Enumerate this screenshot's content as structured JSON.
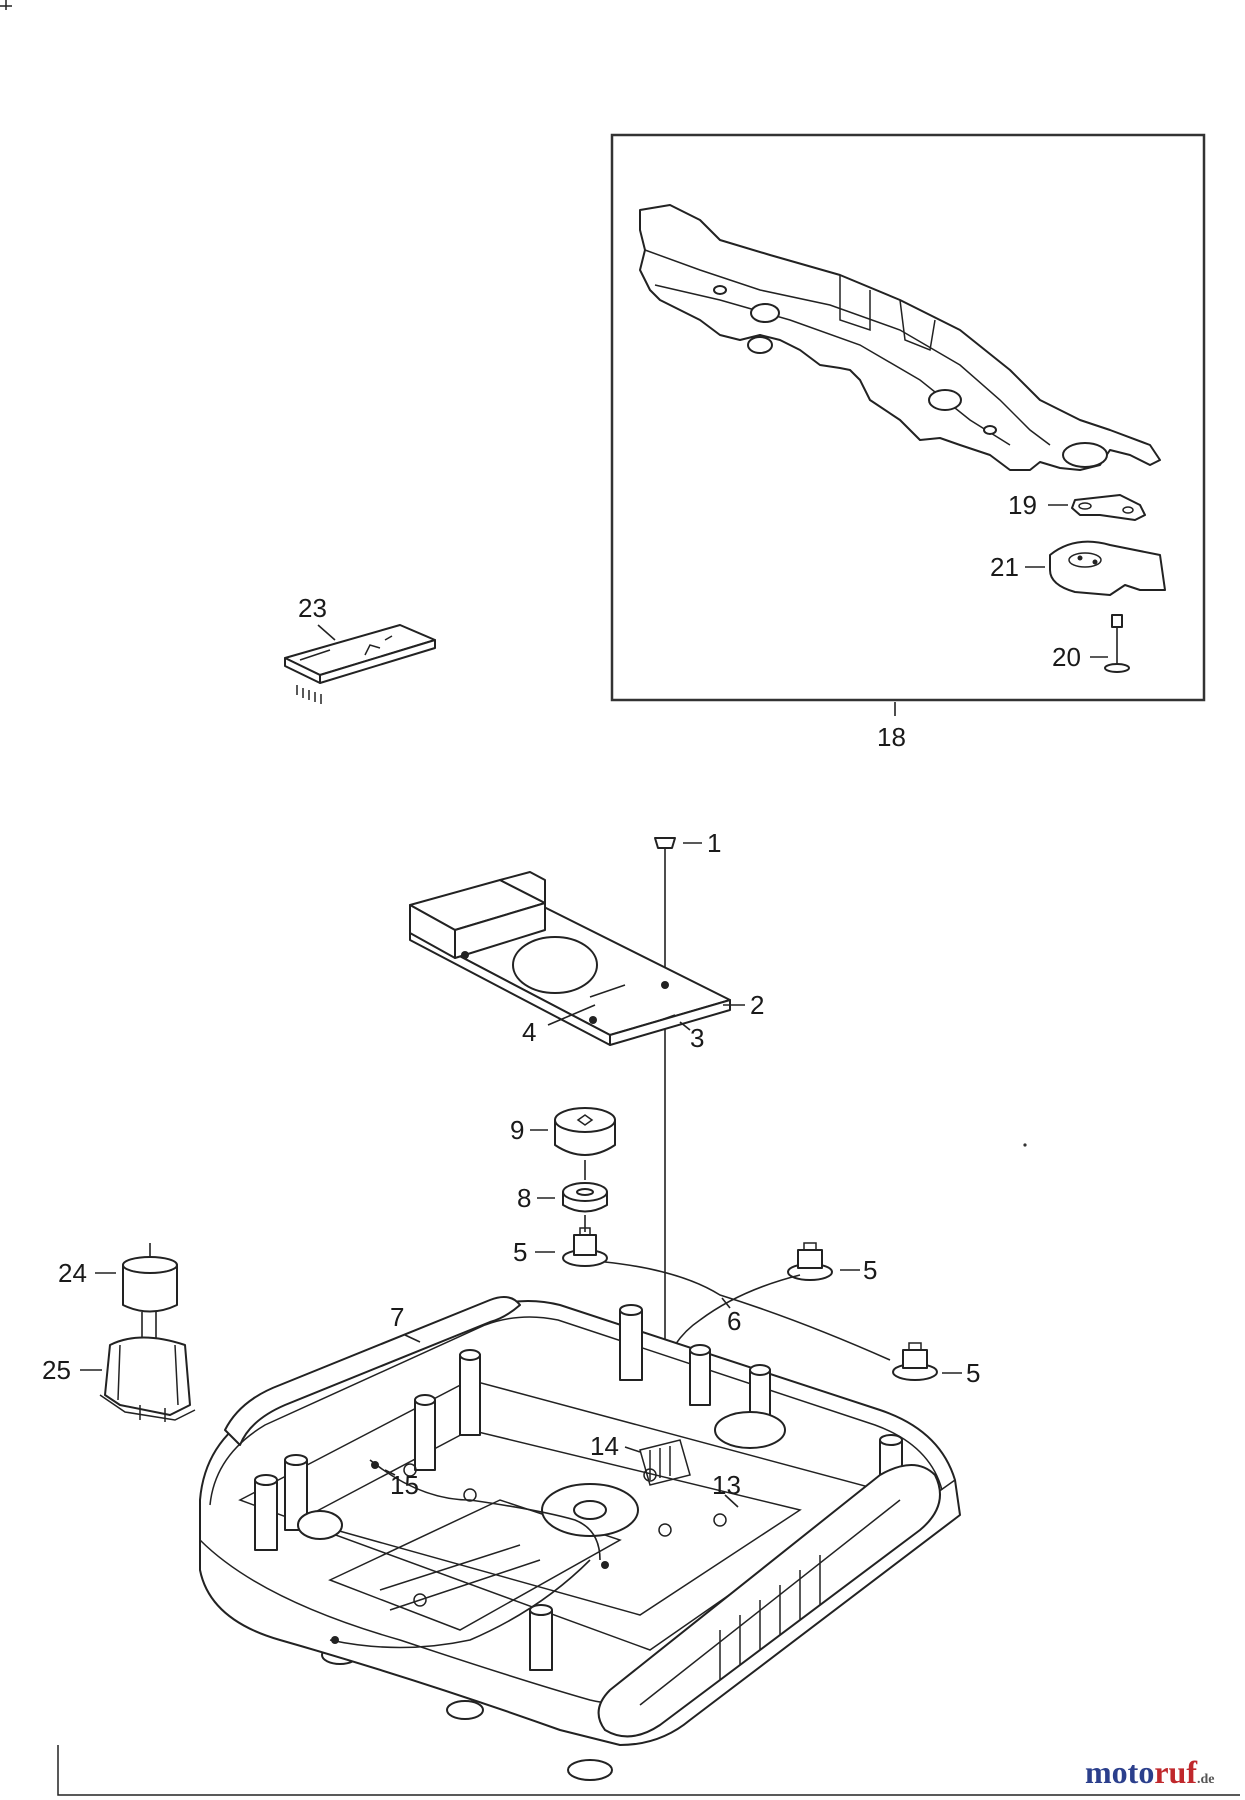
{
  "labels": {
    "p1": "1",
    "p2": "2",
    "p3": "3",
    "p4": "4",
    "p5a": "5",
    "p5b": "5",
    "p5c": "5",
    "p6": "6",
    "p7": "7",
    "p8": "8",
    "p9": "9",
    "p13": "13",
    "p14": "14",
    "p15": "15",
    "p18": "18",
    "p19": "19",
    "p20": "20",
    "p21": "21",
    "p23": "23",
    "p24": "24",
    "p25": "25"
  },
  "watermark": {
    "part1": "moto",
    "part2": "ruf",
    "suffix": ".de"
  }
}
